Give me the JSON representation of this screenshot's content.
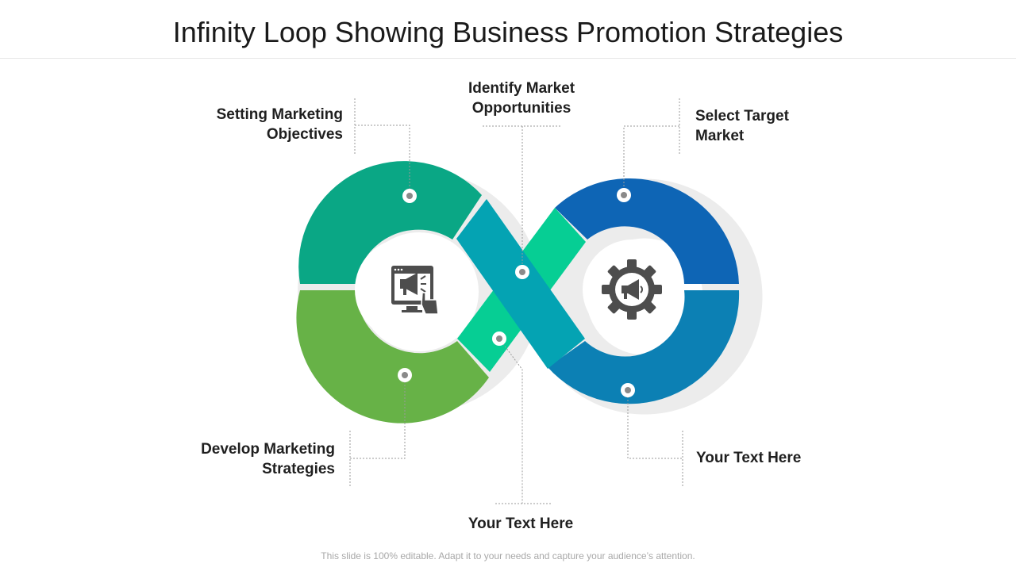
{
  "title": "Infinity Loop Showing Business Promotion Strategies",
  "footer": "This slide is 100% editable. Adapt it to your needs and capture your audience’s attention.",
  "labels": {
    "setting_objectives": {
      "line1": "Setting Marketing",
      "line2": "Objectives"
    },
    "identify_opportunities": {
      "line1": "Identify Market",
      "line2": "Opportunities"
    },
    "select_target": {
      "line1": "Select Target",
      "line2": "Market"
    },
    "develop_strategies": {
      "line1": "Develop Marketing",
      "line2": "Strategies"
    },
    "bottom_center": {
      "line1": "Your Text Here"
    },
    "bottom_right": {
      "line1": "Your Text Here"
    }
  },
  "colors": {
    "left_top": "#0AA785",
    "left_bottom": "#67B247",
    "center_green": "#06CE94",
    "center_band": "#04A3B3",
    "right_top": "#0E65B5",
    "right_bottom": "#0C80B4",
    "icon": "#4D4D4D"
  },
  "icons": {
    "left": "megaphone-monitor-icon",
    "right": "megaphone-gear-icon"
  }
}
